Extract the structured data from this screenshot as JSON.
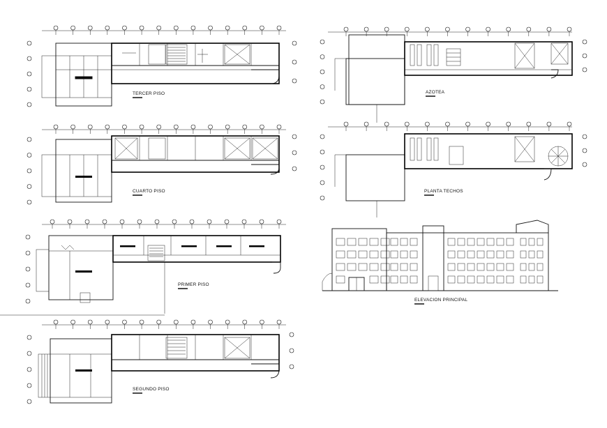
{
  "sheet": {
    "background": "#ffffff",
    "line_color": "#111111",
    "labels": {
      "tercer_piso": "TERCER PISO",
      "cuarto_piso": "CUARTO PISO",
      "primer_piso": "PRIMER PISO",
      "segundo_piso": "SEGUNDO PISO",
      "azotea": "AZOTEA",
      "planta_techos": "PLANTA TECHOS",
      "elevacion_principal": "ELEVACION PRINCIPAL"
    }
  }
}
